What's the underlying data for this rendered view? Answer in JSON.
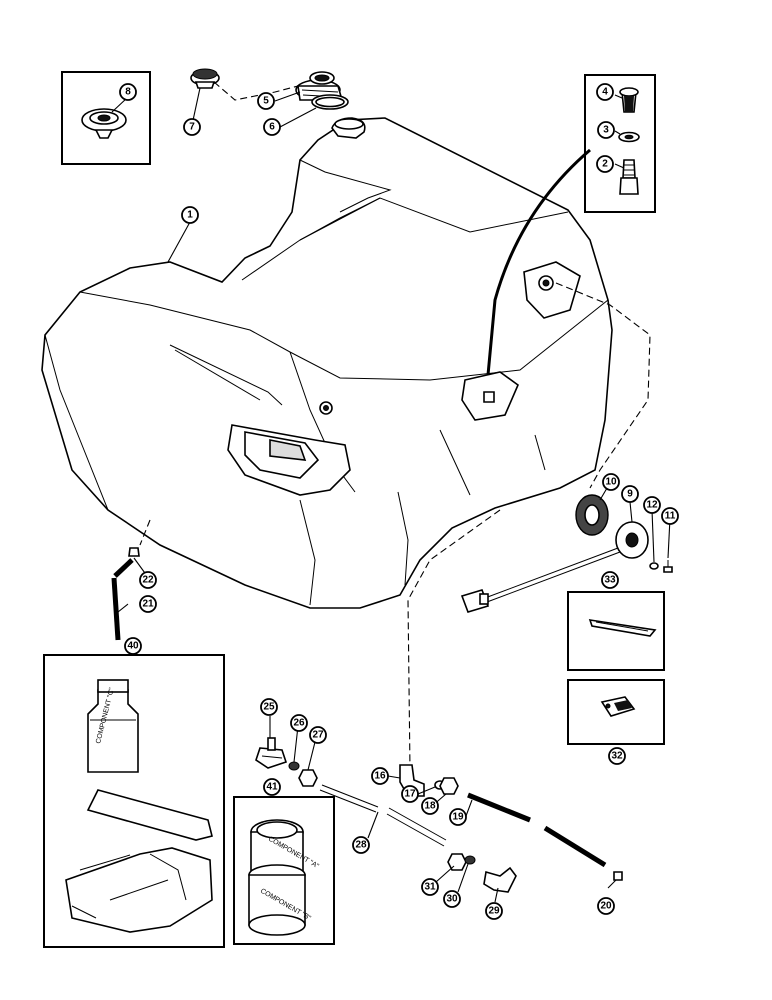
{
  "callouts": [
    {
      "label": "1"
    },
    {
      "label": "2"
    },
    {
      "label": "3"
    },
    {
      "label": "4"
    },
    {
      "label": "5"
    },
    {
      "label": "6"
    },
    {
      "label": "7"
    },
    {
      "label": "8"
    },
    {
      "label": "9"
    },
    {
      "label": "10"
    },
    {
      "label": "11"
    },
    {
      "label": "12"
    },
    {
      "label": "16"
    },
    {
      "label": "17"
    },
    {
      "label": "18"
    },
    {
      "label": "19"
    },
    {
      "label": "20"
    },
    {
      "label": "21"
    },
    {
      "label": "22"
    },
    {
      "label": "25"
    },
    {
      "label": "26"
    },
    {
      "label": "27"
    },
    {
      "label": "28"
    },
    {
      "label": "29"
    },
    {
      "label": "30"
    },
    {
      "label": "31"
    },
    {
      "label": "32"
    },
    {
      "label": "33"
    },
    {
      "label": "40"
    },
    {
      "label": "41"
    }
  ],
  "labels": {
    "component_c": "COMPONENT \"C\"",
    "component_a": "COMPONENT \"A\"",
    "component_b": "COMPONENT \"B\""
  }
}
